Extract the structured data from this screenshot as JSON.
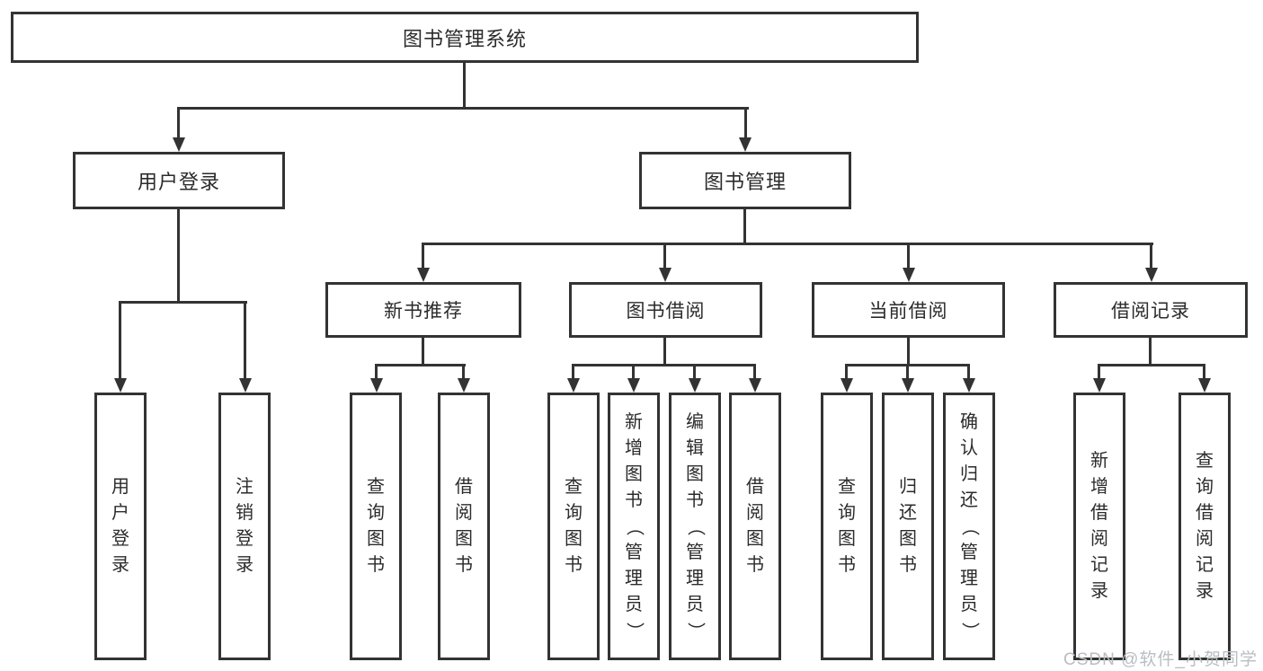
{
  "colors": {
    "line": "#333333",
    "text": "#2b2b2b",
    "bg": "#ffffff",
    "watermark": "#b9bdc2"
  },
  "watermark": {
    "text": "CSDN @软件_小贺同学"
  },
  "nodes": {
    "system": {
      "label": "图书管理系统"
    },
    "user_login": {
      "label": "用户登录"
    },
    "book_management": {
      "label": "图书管理"
    },
    "new_book_recommend": {
      "label": "新书推荐"
    },
    "book_borrowing": {
      "label": "图书借阅"
    },
    "current_borrowing": {
      "label": "当前借阅"
    },
    "borrowing_records": {
      "label": "借阅记录"
    },
    "ul_user_login": {
      "label": "用户登录"
    },
    "ul_logout": {
      "label": "注销登录"
    },
    "nr_query_books": {
      "label": "查询图书"
    },
    "nr_borrow_books": {
      "label": "借阅图书"
    },
    "bb_query_books": {
      "label": "查询图书"
    },
    "bb_add_books": {
      "label": "新增图书（管理员）"
    },
    "bb_edit_books": {
      "label": "编辑图书（管理员）"
    },
    "bb_borrow_books": {
      "label": "借阅图书"
    },
    "cb_query_books": {
      "label": "查询图书"
    },
    "cb_return_books": {
      "label": "归还图书"
    },
    "cb_confirm_return": {
      "label": "确认归还（管理员）"
    },
    "br_add_record": {
      "label": "新增借阅记录"
    },
    "br_query_record": {
      "label": "查询借阅记录"
    }
  }
}
